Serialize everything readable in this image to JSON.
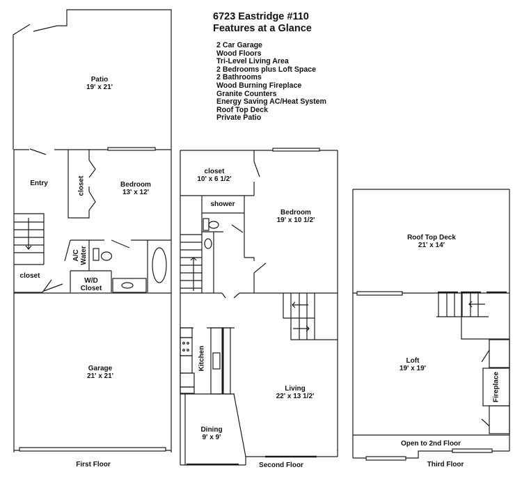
{
  "header": {
    "title_line1": "6723 Eastridge #110",
    "title_line2": "Features at a Glance"
  },
  "features": [
    "2 Car Garage",
    "Wood Floors",
    "Tri-Level Living Area",
    "2 Bedrooms plus Loft Space",
    "2 Bathrooms",
    "Wood Burning Fireplace",
    "Granite Counters",
    "Energy Saving AC/Heat System",
    "Roof Top Deck",
    "Private Patio"
  ],
  "first_floor": {
    "label": "First Floor",
    "rooms": {
      "patio": {
        "name": "Patio",
        "size": "19' x 21'"
      },
      "entry": {
        "name": "Entry"
      },
      "closet_bedroom": {
        "name": "closet"
      },
      "bedroom": {
        "name": "Bedroom",
        "size": "13' x 12'"
      },
      "ac_water": {
        "line1": "A/C",
        "line2": "Water"
      },
      "closet_stair": {
        "name": "closet"
      },
      "wd_closet": {
        "line1": "W/D",
        "line2": "Closet"
      },
      "garage": {
        "name": "Garage",
        "size": "21' x 21'"
      }
    }
  },
  "second_floor": {
    "label": "Second Floor",
    "rooms": {
      "closet": {
        "name": "closet",
        "size": "10' x 6 1/2'"
      },
      "shower": {
        "name": "shower"
      },
      "bedroom": {
        "name": "Bedroom",
        "size": "19' x 10 1/2'"
      },
      "kitchen": {
        "name": "Kitchen"
      },
      "living": {
        "name": "Living",
        "size": "22' x 13 1/2'"
      },
      "dining": {
        "name": "Dining",
        "size": "9' x 9'"
      }
    }
  },
  "third_floor": {
    "label": "Third Floor",
    "rooms": {
      "roof_deck": {
        "name": "Roof Top Deck",
        "size": "21' x 14'"
      },
      "loft": {
        "name": "Loft",
        "size": "19' x 19'"
      },
      "fireplace": {
        "name": "Fireplace"
      },
      "open_area": {
        "name": "Open to 2nd Floor"
      }
    }
  },
  "colors": {
    "line": "#1a1a1a",
    "background": "#ffffff"
  }
}
